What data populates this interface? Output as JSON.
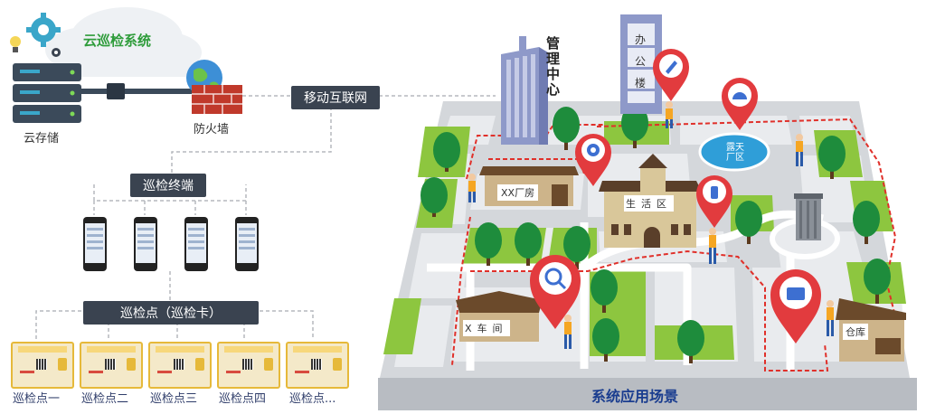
{
  "left": {
    "cloud_title": "云巡检系统",
    "storage_label": "云存储",
    "firewall_label": "防火墙",
    "internet_label": "移动互联网",
    "terminal_label": "巡检终端",
    "checkpoint_label": "巡检点（巡检卡）",
    "points": [
      "巡检点一",
      "巡检点二",
      "巡检点三",
      "巡检点四",
      "巡检点..."
    ]
  },
  "scene": {
    "title": "系统应用场景",
    "buildings": {
      "management": "管理中心",
      "office": "办公楼",
      "factory": "XX厂房",
      "living": "生活区",
      "workshop": "X车间",
      "pool": "露天厂区",
      "warehouse": "仓库"
    }
  },
  "colors": {
    "marker_red": "#e23b3e",
    "grass_green": "#8dc63f",
    "tree_green": "#1e8c3c",
    "road_gray": "#c9ccd1",
    "route_red": "#e0302a",
    "title_blue": "#1a3d8f",
    "dark_label": "#3a4350"
  }
}
